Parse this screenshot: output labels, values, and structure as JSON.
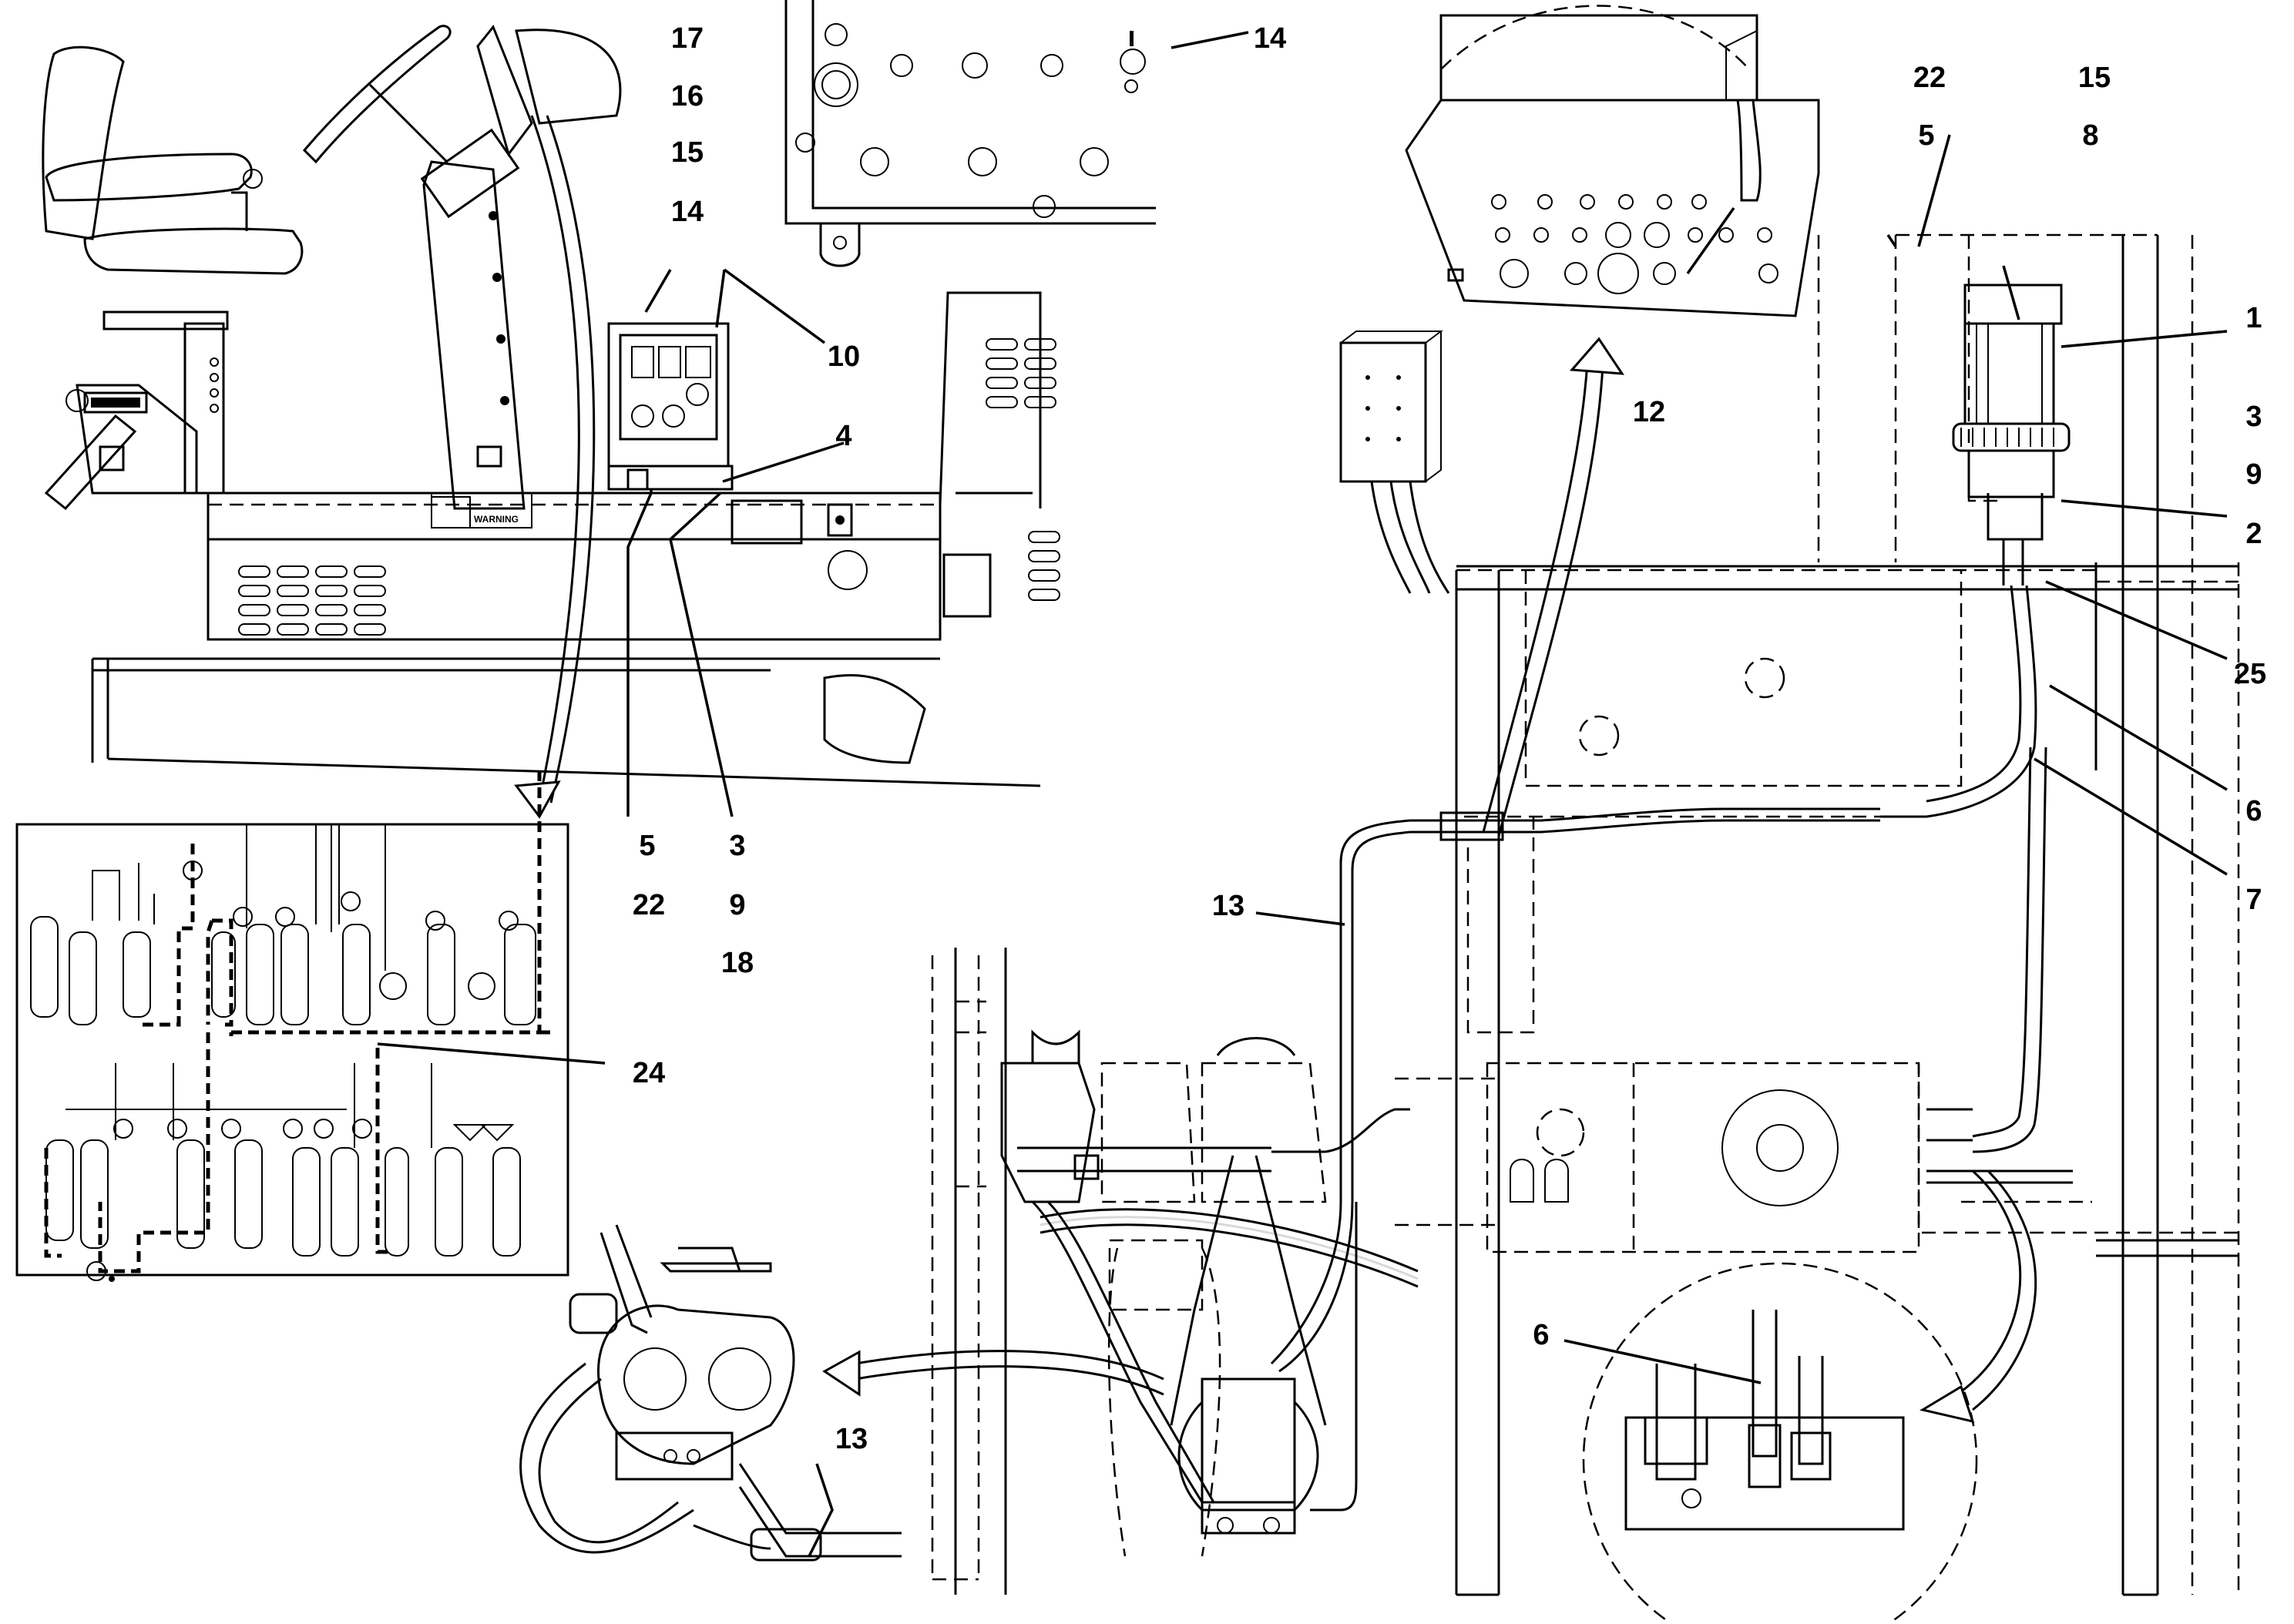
{
  "callouts": [
    {
      "id": "c17a",
      "text": "17"
    },
    {
      "id": "c16a",
      "text": "16"
    },
    {
      "id": "c15a",
      "text": "15"
    },
    {
      "id": "c14a",
      "text": "14"
    },
    {
      "id": "c10",
      "text": "10"
    },
    {
      "id": "c4",
      "text": "4"
    },
    {
      "id": "c14b",
      "text": "14"
    },
    {
      "id": "c5a",
      "text": "5"
    },
    {
      "id": "c3a",
      "text": "3"
    },
    {
      "id": "c22a",
      "text": "22"
    },
    {
      "id": "c9a",
      "text": "9"
    },
    {
      "id": "c18",
      "text": "18"
    },
    {
      "id": "c24",
      "text": "24"
    },
    {
      "id": "c13a",
      "text": "13"
    },
    {
      "id": "c13b",
      "text": "13"
    },
    {
      "id": "c22b",
      "text": "22"
    },
    {
      "id": "c15b",
      "text": "15"
    },
    {
      "id": "c5b",
      "text": "5"
    },
    {
      "id": "c8",
      "text": "8"
    },
    {
      "id": "c12",
      "text": "12"
    },
    {
      "id": "c1",
      "text": "1"
    },
    {
      "id": "c3b",
      "text": "3"
    },
    {
      "id": "c9b",
      "text": "9"
    },
    {
      "id": "c2",
      "text": "2"
    },
    {
      "id": "c25",
      "text": "25"
    },
    {
      "id": "c6a",
      "text": "6"
    },
    {
      "id": "c7",
      "text": "7"
    },
    {
      "id": "c6b",
      "text": "6"
    }
  ],
  "decal": {
    "warning_text": "WARNING"
  }
}
